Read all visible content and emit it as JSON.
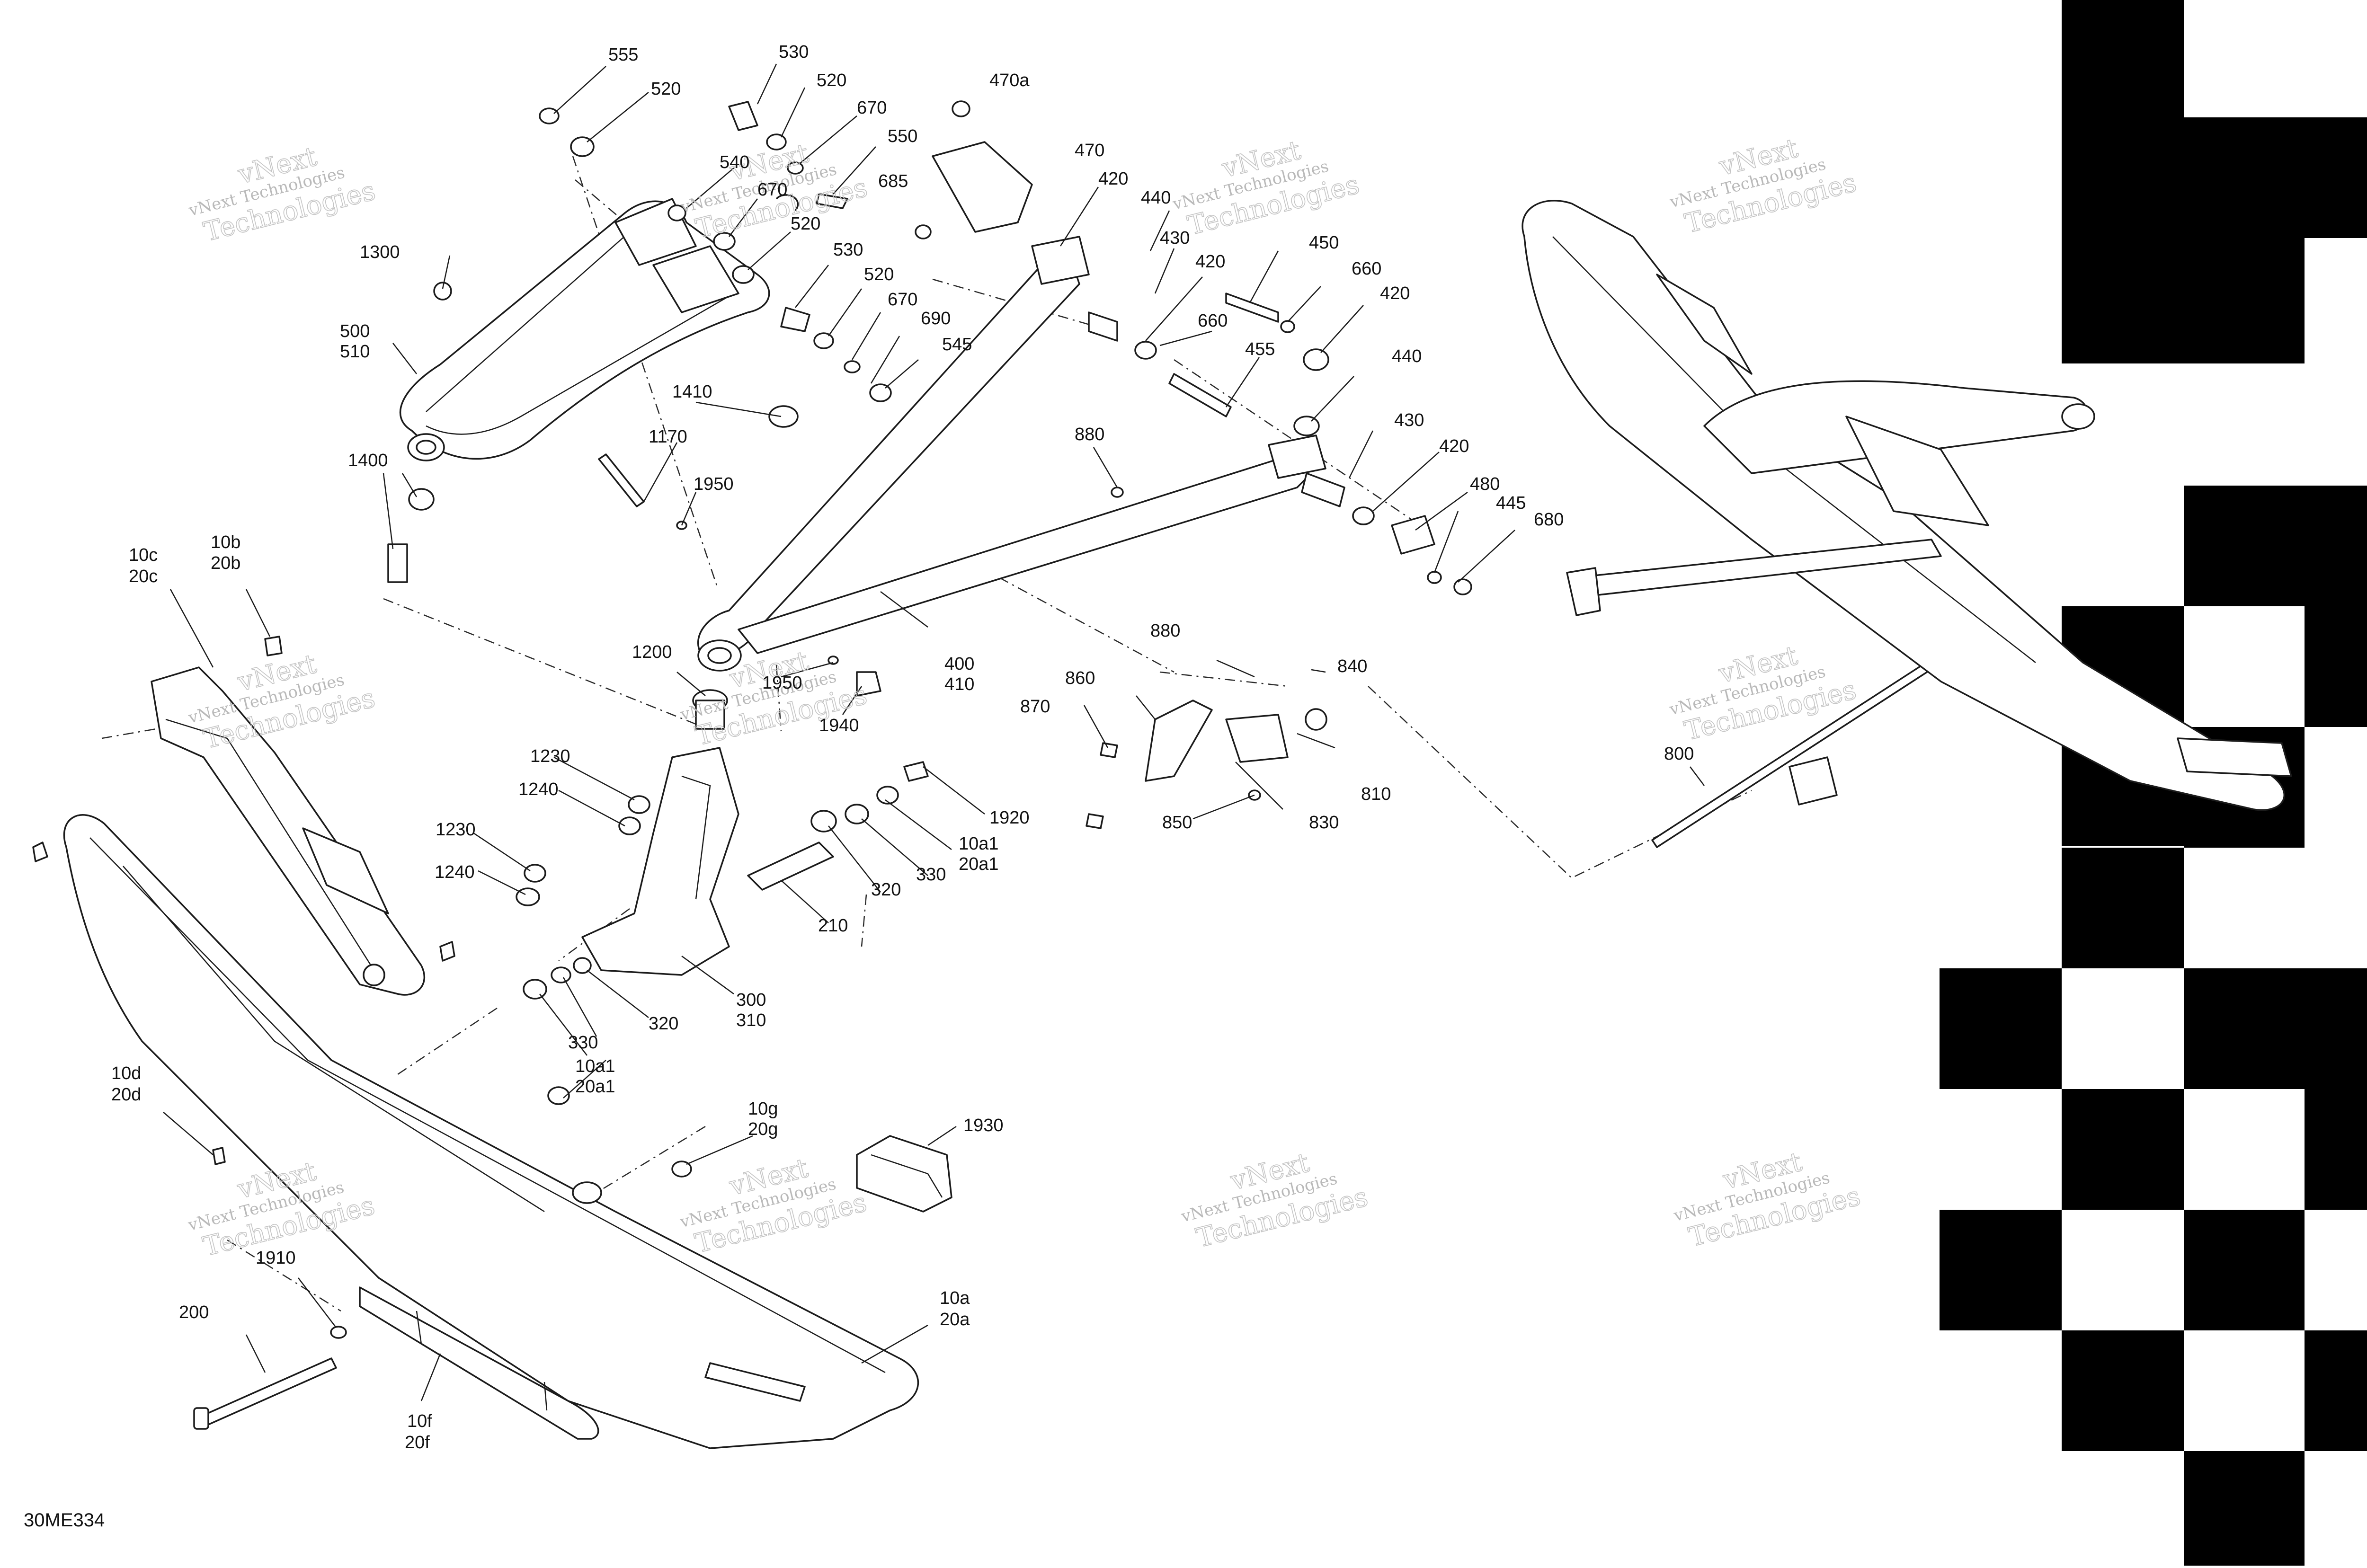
{
  "diagram": {
    "figure_code": "30ME334",
    "watermark": {
      "line1": "vNext Technologies",
      "line2": "vNext",
      "line3": "Technologies"
    },
    "callouts": [
      {
        "id": "c555",
        "text": "555"
      },
      {
        "id": "c530a",
        "text": "530"
      },
      {
        "id": "c520a",
        "text": "520"
      },
      {
        "id": "c520b",
        "text": "520"
      },
      {
        "id": "c670a",
        "text": "670"
      },
      {
        "id": "c470a",
        "text": "470a"
      },
      {
        "id": "c550",
        "text": "550"
      },
      {
        "id": "c540",
        "text": "540"
      },
      {
        "id": "c670b",
        "text": "670"
      },
      {
        "id": "c685",
        "text": "685"
      },
      {
        "id": "c470",
        "text": "470"
      },
      {
        "id": "c520c",
        "text": "520"
      },
      {
        "id": "c420a",
        "text": "420"
      },
      {
        "id": "c440a",
        "text": "440"
      },
      {
        "id": "c430a",
        "text": "430"
      },
      {
        "id": "c1300",
        "text": "1300"
      },
      {
        "id": "c530b",
        "text": "530"
      },
      {
        "id": "c450",
        "text": "450"
      },
      {
        "id": "c420b",
        "text": "420"
      },
      {
        "id": "c660a",
        "text": "660"
      },
      {
        "id": "c520d",
        "text": "520"
      },
      {
        "id": "c420c",
        "text": "420"
      },
      {
        "id": "c670c",
        "text": "670"
      },
      {
        "id": "c500",
        "text": "500"
      },
      {
        "id": "c510",
        "text": "510"
      },
      {
        "id": "c690",
        "text": "690"
      },
      {
        "id": "c660b",
        "text": "660"
      },
      {
        "id": "c545",
        "text": "545"
      },
      {
        "id": "c455",
        "text": "455"
      },
      {
        "id": "c440b",
        "text": "440"
      },
      {
        "id": "c1410",
        "text": "1410"
      },
      {
        "id": "c430b",
        "text": "430"
      },
      {
        "id": "c880a",
        "text": "880"
      },
      {
        "id": "c1170",
        "text": "1170"
      },
      {
        "id": "c420d",
        "text": "420"
      },
      {
        "id": "c1400",
        "text": "1400"
      },
      {
        "id": "c480",
        "text": "480"
      },
      {
        "id": "c1950a",
        "text": "1950"
      },
      {
        "id": "c445",
        "text": "445"
      },
      {
        "id": "c680",
        "text": "680"
      },
      {
        "id": "c10c",
        "text": "10c"
      },
      {
        "id": "c20c",
        "text": "20c"
      },
      {
        "id": "c10b",
        "text": "10b"
      },
      {
        "id": "c20b",
        "text": "20b"
      },
      {
        "id": "c400",
        "text": "400"
      },
      {
        "id": "c410",
        "text": "410"
      },
      {
        "id": "c1200",
        "text": "1200"
      },
      {
        "id": "c880b",
        "text": "880"
      },
      {
        "id": "c1950b",
        "text": "1950"
      },
      {
        "id": "c860",
        "text": "860"
      },
      {
        "id": "c840",
        "text": "840"
      },
      {
        "id": "c1940",
        "text": "1940"
      },
      {
        "id": "c870",
        "text": "870"
      },
      {
        "id": "c1230a",
        "text": "1230"
      },
      {
        "id": "c810",
        "text": "810"
      },
      {
        "id": "c800",
        "text": "800"
      },
      {
        "id": "c1240a",
        "text": "1240"
      },
      {
        "id": "c1920",
        "text": "1920"
      },
      {
        "id": "c850",
        "text": "850"
      },
      {
        "id": "c830",
        "text": "830"
      },
      {
        "id": "c10a1a",
        "text": "10a1"
      },
      {
        "id": "c20a1a",
        "text": "20a1"
      },
      {
        "id": "c1230b",
        "text": "1230"
      },
      {
        "id": "c1240b",
        "text": "1240"
      },
      {
        "id": "c330a",
        "text": "330"
      },
      {
        "id": "c320a",
        "text": "320"
      },
      {
        "id": "c210",
        "text": "210"
      },
      {
        "id": "c300",
        "text": "300"
      },
      {
        "id": "c310",
        "text": "310"
      },
      {
        "id": "c320b",
        "text": "320"
      },
      {
        "id": "c330b",
        "text": "330"
      },
      {
        "id": "c10a1b",
        "text": "10a1"
      },
      {
        "id": "c20a1b",
        "text": "20a1"
      },
      {
        "id": "c10d",
        "text": "10d"
      },
      {
        "id": "c20d",
        "text": "20d"
      },
      {
        "id": "c10g",
        "text": "10g"
      },
      {
        "id": "c20g",
        "text": "20g"
      },
      {
        "id": "c1930",
        "text": "1930"
      },
      {
        "id": "c1910",
        "text": "1910"
      },
      {
        "id": "c200",
        "text": "200"
      },
      {
        "id": "c10a",
        "text": "10a"
      },
      {
        "id": "c20a",
        "text": "20a"
      },
      {
        "id": "c10f",
        "text": "10f"
      },
      {
        "id": "c20f",
        "text": "20f"
      }
    ]
  }
}
